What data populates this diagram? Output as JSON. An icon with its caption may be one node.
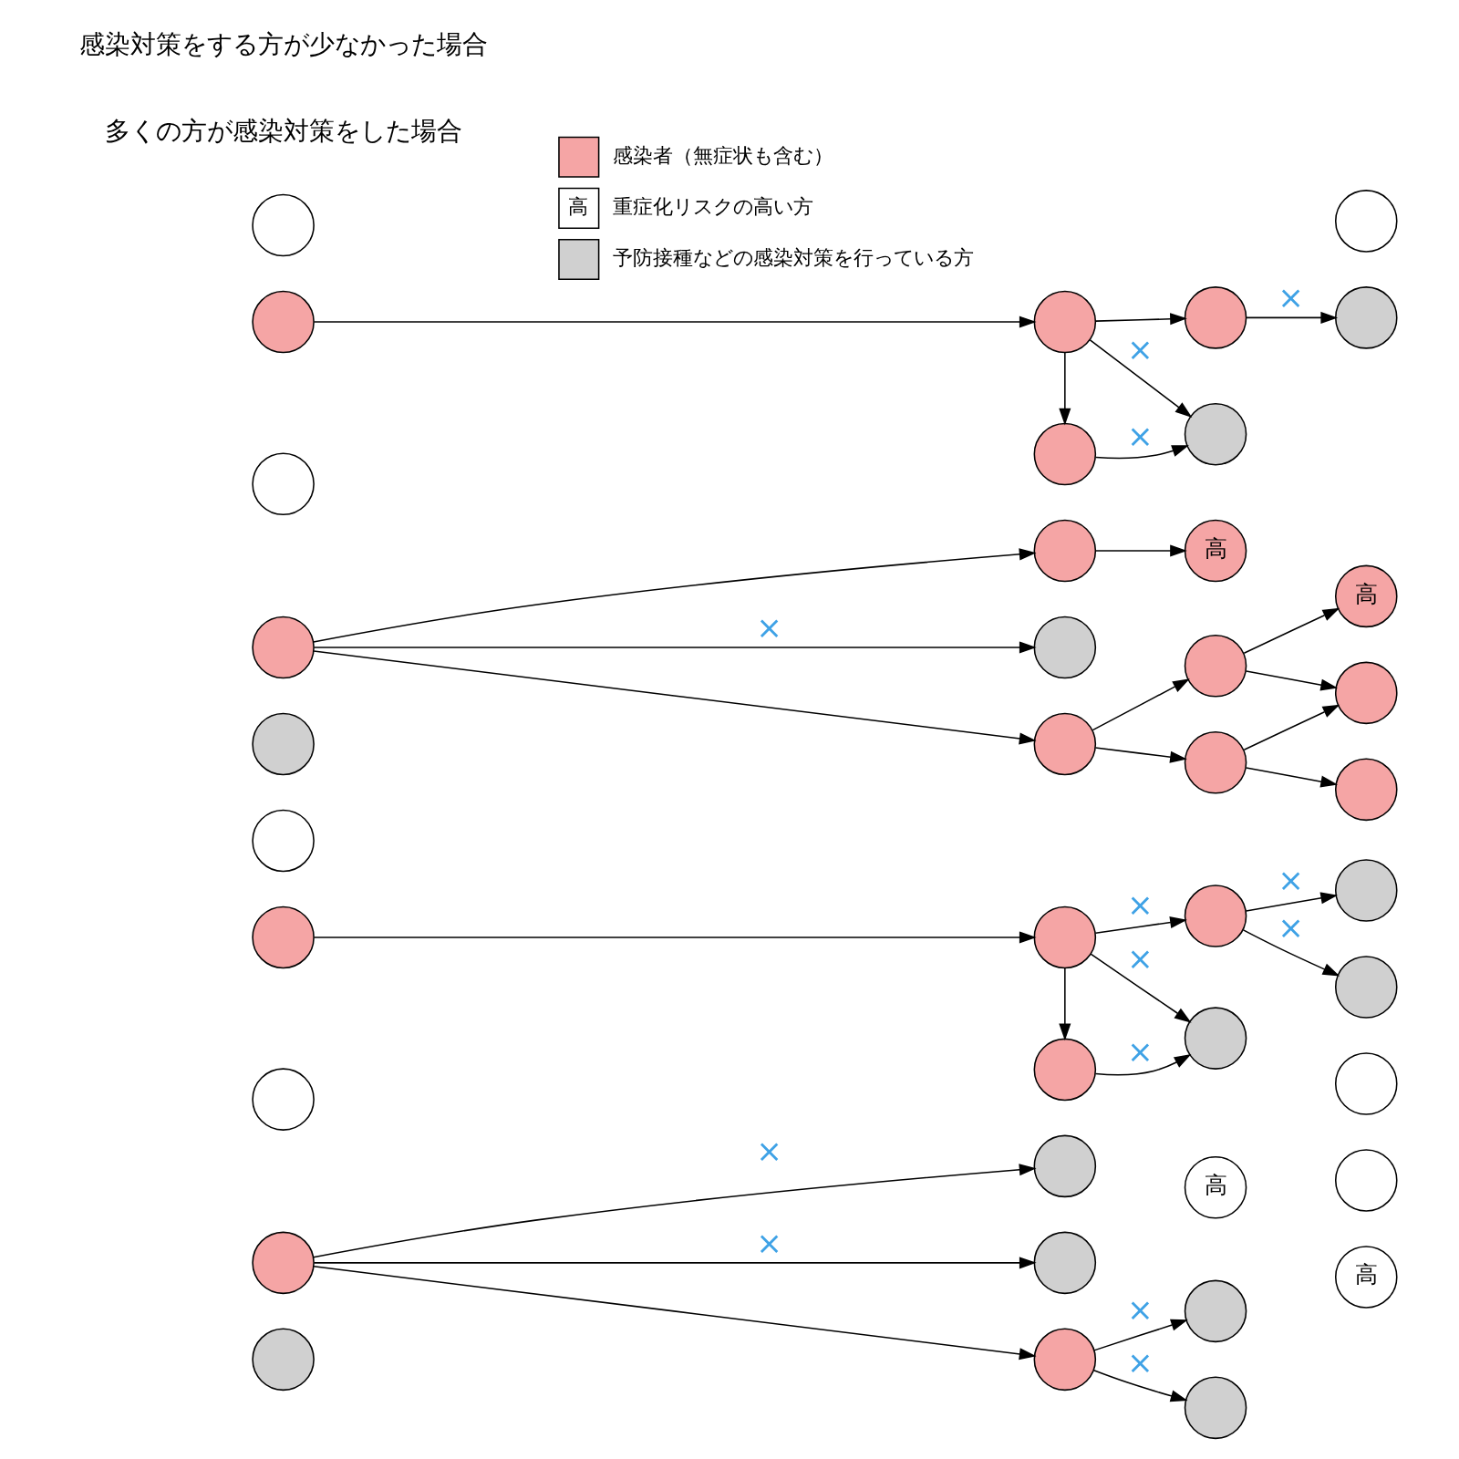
{
  "diagram": {
    "nodes": [
      {
        "text": [],
        "shape": "circle"
      },
      {
        "text": [],
        "shape": "circle"
      },
      {
        "text": [
          "高"
        ]
      },
      {
        "text": [
          "高"
        ]
      },
      {
        "text": [],
        "shape": "circle"
      },
      {
        "text": [],
        "shape": "circle"
      },
      {
        "text": [],
        "shape": "circle"
      },
      {
        "text": [],
        "shape": "circle"
      },
      {
        "text": [],
        "shape": "circle"
      },
      {
        "text": [],
        "shape": "circle"
      },
      {
        "text": [],
        "shape": "circle"
      },
      {
        "text": [],
        "shape": "circle"
      },
      {
        "text": [],
        "shape": "circle"
      },
      {
        "text": [],
        "shape": "circle"
      },
      {
        "text": [],
        "shape": "circle"
      },
      {
        "text": [],
        "shape": "circle"
      },
      {
        "text": [],
        "shape": "circle"
      },
      {
        "text": [],
        "shape": "circle"
      },
      {
        "text": [],
        "shape": "circle"
      },
      {
        "text": [],
        "shape": "circle"
      },
      {
        "text": [],
        "shape": "circle"
      },
      {
        "text": [],
        "shape": "circle"
      },
      {
        "text": [
          "高"
        ]
      },
      {
        "text": [
          "高"
        ]
      },
      {
        "text": [],
        "shape": "circle"
      },
      {
        "text": [],
        "shape": "circle"
      },
      {
        "text": [],
        "shape": "circle"
      },
      {
        "text": [],
        "shape": "circle"
      },
      {
        "text": [],
        "shape": "circle"
      },
      {
        "text": [],
        "shape": "circle"
      },
      {
        "text": [],
        "shape": "circle"
      },
      {
        "text": [],
        "shape": "circle"
      },
      {
        "text": [],
        "shape": "circle"
      },
      {
        "text": [],
        "shape": "circle"
      },
      {
        "text": [],
        "shape": "circle"
      },
      {
        "text": [],
        "shape": "circle"
      },
      {
        "text": [],
        "shape": "circle"
      },
      {
        "text": [],
        "shape": "circle"
      },
      {
        "text": [],
        "shape": "circle"
      },
      {
        "text": [],
        "shape": "circle"
      }
    ],
    "edges": [
      {
        "from": 4,
        "to": 1,
        "arrow": "to",
        "label": "×"
      },
      {
        "from": 4,
        "to": 5,
        "arrow": "to",
        "label": "×"
      },
      {
        "from": 4,
        "to": 9,
        "arrow": "to"
      },
      {
        "from": 9,
        "to": 6,
        "arrow": "to",
        "label": "×"
      },
      {
        "from": 9,
        "to": 10,
        "arrow": "to",
        "label": "×"
      },
      {
        "from": 12,
        "to": 13,
        "arrow": "to"
      },
      {
        "from": 13,
        "to": 14,
        "arrow": "to",
        "label": "×"
      },
      {
        "from": 13,
        "to": 17,
        "arrow": "to"
      },
      {
        "from": 13,
        "to": 18,
        "arrow": "to",
        "label": "×"
      },
      {
        "from": 14,
        "to": 15,
        "arrow": "to",
        "label": "×"
      },
      {
        "from": 14,
        "to": 19,
        "arrow": "to",
        "label": "×"
      },
      {
        "from": 17,
        "to": 18,
        "arrow": "to",
        "label": "×"
      },
      {
        "from": 24,
        "to": 21,
        "arrow": "to"
      },
      {
        "from": 24,
        "to": 25,
        "arrow": "to",
        "label": "×"
      },
      {
        "from": 24,
        "to": 29,
        "arrow": "to"
      },
      {
        "from": 21,
        "to": 22,
        "arrow": "to"
      },
      {
        "from": 29,
        "to": 26,
        "arrow": "to"
      },
      {
        "from": 29,
        "to": 30,
        "arrow": "to"
      },
      {
        "from": 26,
        "to": 23,
        "arrow": "to"
      },
      {
        "from": 26,
        "to": 27,
        "arrow": "to"
      },
      {
        "from": 30,
        "to": 31,
        "arrow": "to"
      },
      {
        "from": 30,
        "to": 27,
        "arrow": "to"
      },
      {
        "from": 32,
        "to": 33,
        "arrow": "to"
      },
      {
        "from": 33,
        "to": 34,
        "arrow": "to"
      },
      {
        "from": 34,
        "to": 35,
        "arrow": "to",
        "label": "×"
      },
      {
        "from": 33,
        "to": 38,
        "arrow": "to",
        "label": "×"
      },
      {
        "from": 33,
        "to": 37,
        "arrow": "to"
      },
      {
        "from": 37,
        "to": 38,
        "arrow": "to",
        "label": "×"
      }
    ],
    "labels": [
      "多くの方が感染対策をした場合",
      "感染対策をする方が少なかった場合",
      "高"
    ],
    "legend": [
      {
        "text": "感染者（無症状も含む）",
        "color": "#f5a5a5"
      },
      {
        "text": "重症化リスクの高い方"
      },
      {
        "text": "予防接種などの感染対策を行っている方"
      }
    ]
  }
}
